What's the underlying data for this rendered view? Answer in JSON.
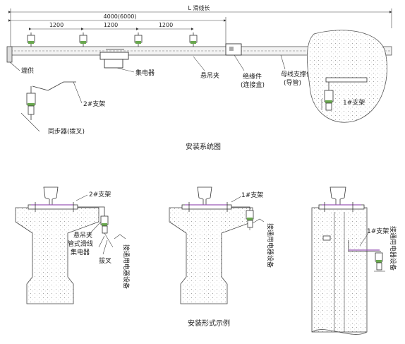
{
  "top": {
    "total_length_label": "L 滑线长",
    "segment_label": "4000(6000)",
    "spacing_labels": [
      "1200",
      "1200",
      "1200"
    ],
    "labels": {
      "end_cap": "端供",
      "collector": "集电器",
      "hanger_clamp": "悬吊夹",
      "insulator": "绝缘件",
      "connector_box": "(连接盒)",
      "bus_support": "母线支撑件",
      "conduit": "(导管)",
      "bracket2": "2#支架",
      "synchronizer": "同步器(拨叉)",
      "bracket1": "1#支架"
    },
    "caption": "安装系统图"
  },
  "bottom": {
    "left": {
      "bracket": "2#支架",
      "hanger": "悬吊夹",
      "pipe_line": "管式滑线",
      "collector": "集电器",
      "fork": "拔叉",
      "vertical": "接通用电器设备"
    },
    "middle": {
      "bracket": "1#支架",
      "vertical": "接通用电器设备"
    },
    "right": {
      "bracket": "1#支架",
      "vertical": "接通用电器设备"
    },
    "caption": "安装形式示例"
  },
  "colors": {
    "accent_purple": "#9b59b6",
    "accent_green": "#6aa84f",
    "line": "#333333"
  }
}
